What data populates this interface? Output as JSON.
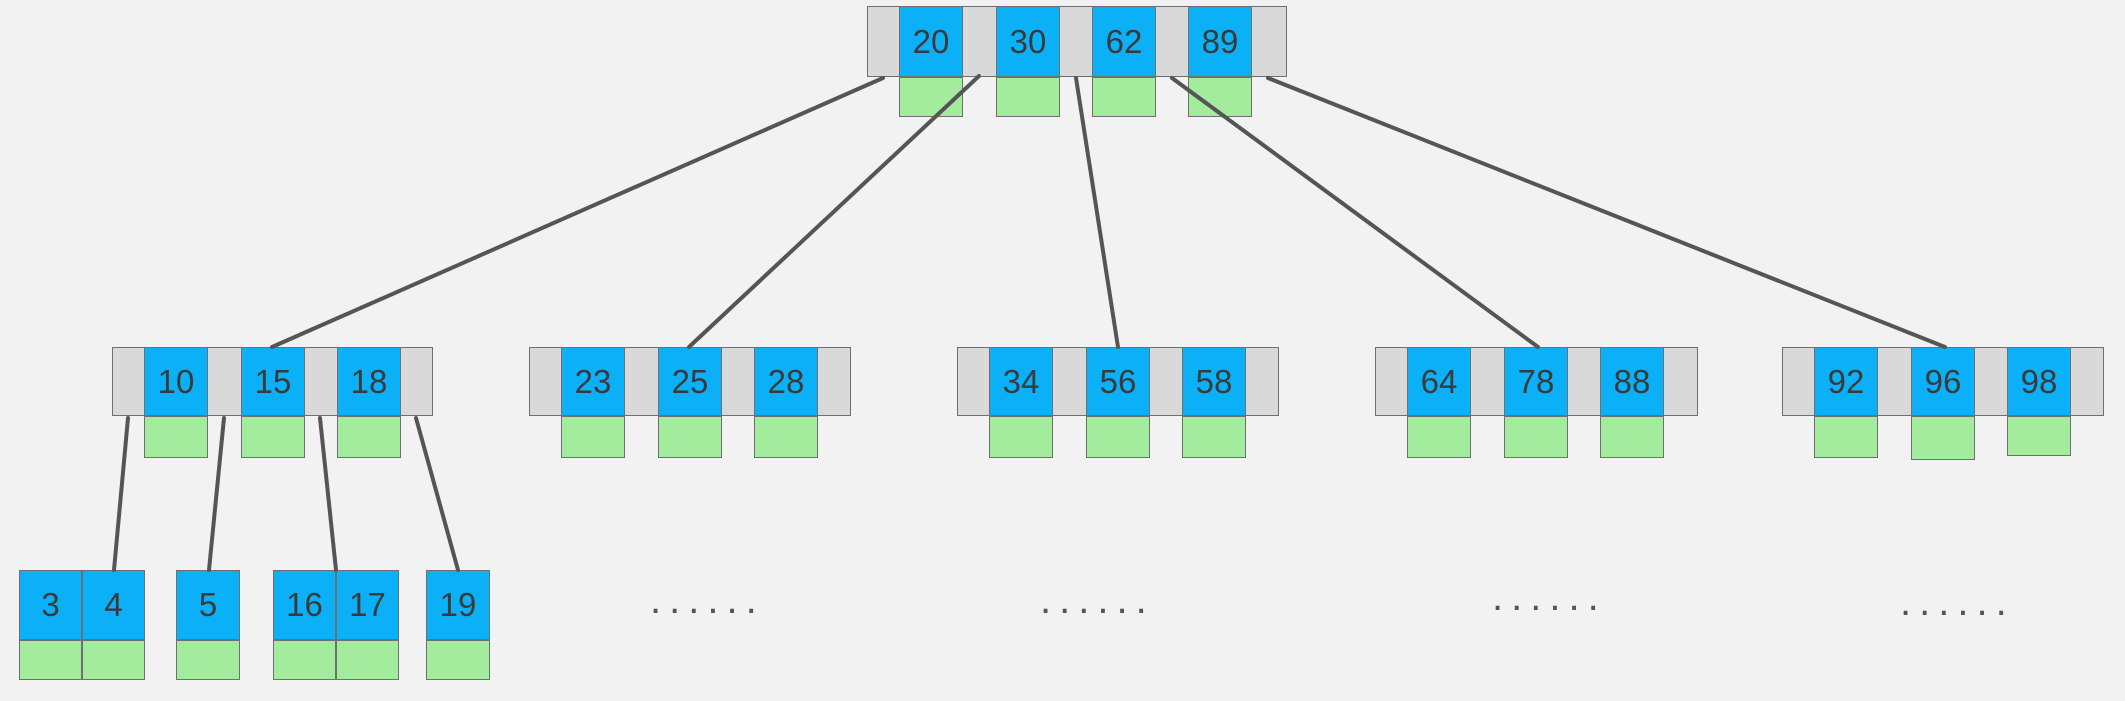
{
  "colors": {
    "background": "#f2f2f2",
    "key_fill": "#0cb0f7",
    "data_fill": "#a3eb9d",
    "pointer_fill": "#d9d9d9",
    "edge": "#555555",
    "text": "#3a3a3a"
  },
  "tree": {
    "root": {
      "keys": [
        "20",
        "30",
        "62",
        "89"
      ]
    },
    "level1": [
      {
        "keys": [
          "10",
          "15",
          "18"
        ]
      },
      {
        "keys": [
          "23",
          "25",
          "28"
        ]
      },
      {
        "keys": [
          "34",
          "56",
          "58"
        ]
      },
      {
        "keys": [
          "64",
          "78",
          "88"
        ]
      },
      {
        "keys": [
          "92",
          "96",
          "98"
        ]
      }
    ],
    "leaves": [
      {
        "keys": [
          "3",
          "4"
        ]
      },
      {
        "keys": [
          "5"
        ]
      },
      {
        "keys": [
          "16",
          "17"
        ]
      },
      {
        "keys": [
          "19"
        ]
      }
    ],
    "ellipses": [
      "......",
      "......",
      "......",
      "......"
    ]
  }
}
